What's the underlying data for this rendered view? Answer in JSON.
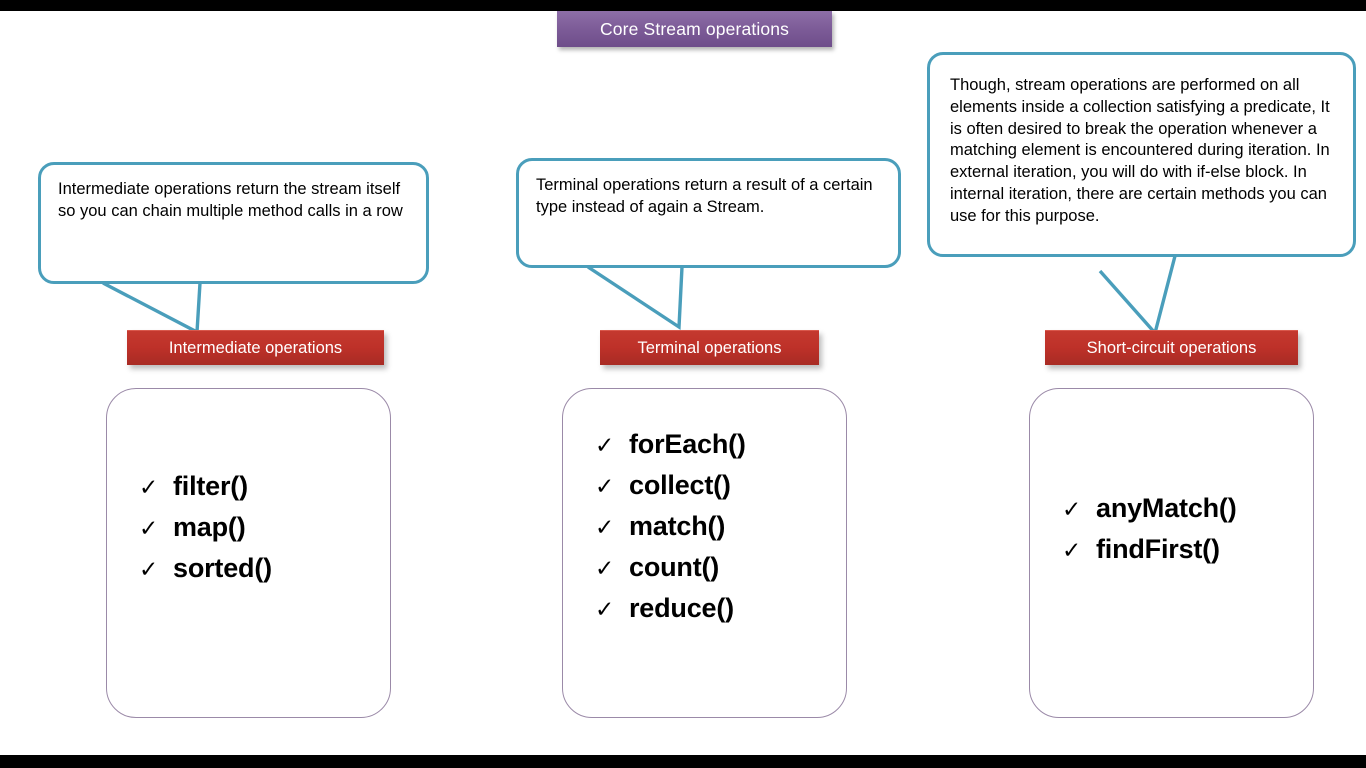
{
  "header": {
    "title": "Core Stream operations",
    "accent_color": "#7E5D99"
  },
  "theme": {
    "callout_border": "#4A9EBB",
    "label_red": "#BE3129",
    "panel_border": "#9B8AA8",
    "letterbox": "#000000"
  },
  "columns": [
    {
      "callout": "Intermediate operations return the stream itself so you can chain multiple method calls in a row",
      "label": "Intermediate operations",
      "methods": [
        "filter()",
        "map()",
        "sorted()"
      ],
      "check_glyph": "✓"
    },
    {
      "callout": "Terminal operations return a result of a certain type instead of again a Stream.",
      "label": "Terminal operations",
      "methods": [
        "forEach()",
        "collect()",
        "match()",
        "count()",
        "reduce()"
      ],
      "check_glyph": "✓"
    },
    {
      "callout": "Though, stream operations are performed on all elements inside a collection satisfying a predicate, It is often desired to break the operation whenever a matching element is encountered during iteration. In external iteration, you will do with if-else block. In internal iteration, there are certain methods you can use for this purpose.",
      "label": "Short-circuit operations",
      "methods": [
        "anyMatch()",
        "findFirst()"
      ],
      "check_glyph": "✓"
    }
  ]
}
